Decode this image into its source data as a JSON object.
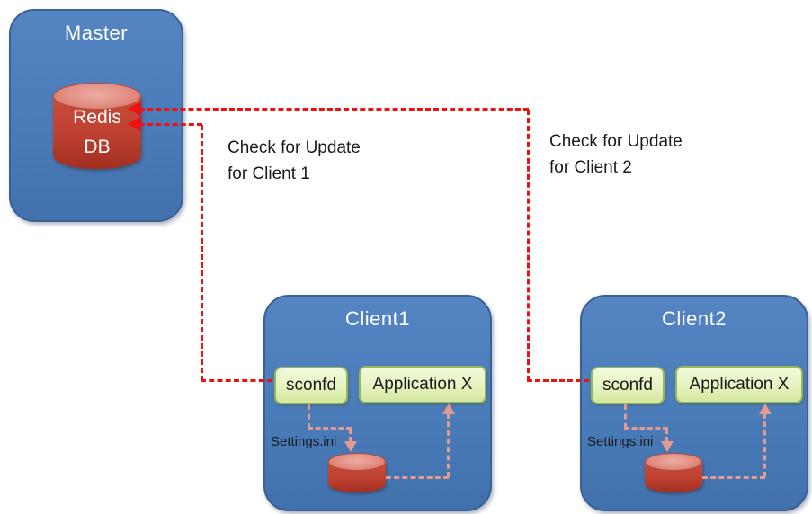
{
  "master": {
    "title": "Master",
    "db_line1": "Redis",
    "db_line2": "DB"
  },
  "annotations": {
    "client1": {
      "line1": "Check for Update",
      "line2": "for Client 1"
    },
    "client2": {
      "line1": "Check for Update",
      "line2": "for Client 2"
    }
  },
  "clients": {
    "client1": {
      "title": "Client1",
      "daemon": "sconfd",
      "app": "Application X",
      "settings_file": "Settings.ini"
    },
    "client2": {
      "title": "Client2",
      "daemon": "sconfd",
      "app": "Application X",
      "settings_file": "Settings.ini"
    }
  },
  "colors": {
    "node_fill": "#4a7cba",
    "node_border": "#3a6191",
    "green_box_fill": "#e5f3c0",
    "green_box_border": "#98b65a",
    "cylinder_body": "#bd4030",
    "cylinder_top": "#e28d82",
    "update_arrow": "#ed1111",
    "internal_arrow": "#e29a91",
    "text": "#1a1a1a",
    "title_text": "#ffffff"
  }
}
